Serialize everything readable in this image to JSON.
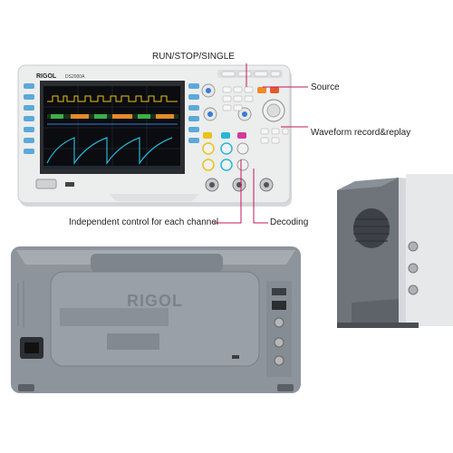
{
  "callouts": {
    "run_stop_single": "RUN/STOP/SINGLE",
    "source": "Source",
    "waveform_record_replay": "Waveform record&replay",
    "independent_control": "Independent control for each channel",
    "decoding": "Decoding"
  },
  "device": {
    "brand_front": "RIGOL",
    "model_front": "DS2000A",
    "brand_rear": "RIGOL"
  },
  "colors": {
    "callout_line": "#c2185b",
    "ch1": "#e9c21a",
    "ch2": "#27b7d8",
    "ch3": "#d33a9c",
    "ch4": "#3a7bd5",
    "bezel": "#e9eaec",
    "screen": "#0b0c10",
    "rear_panel": "#8e949c"
  }
}
